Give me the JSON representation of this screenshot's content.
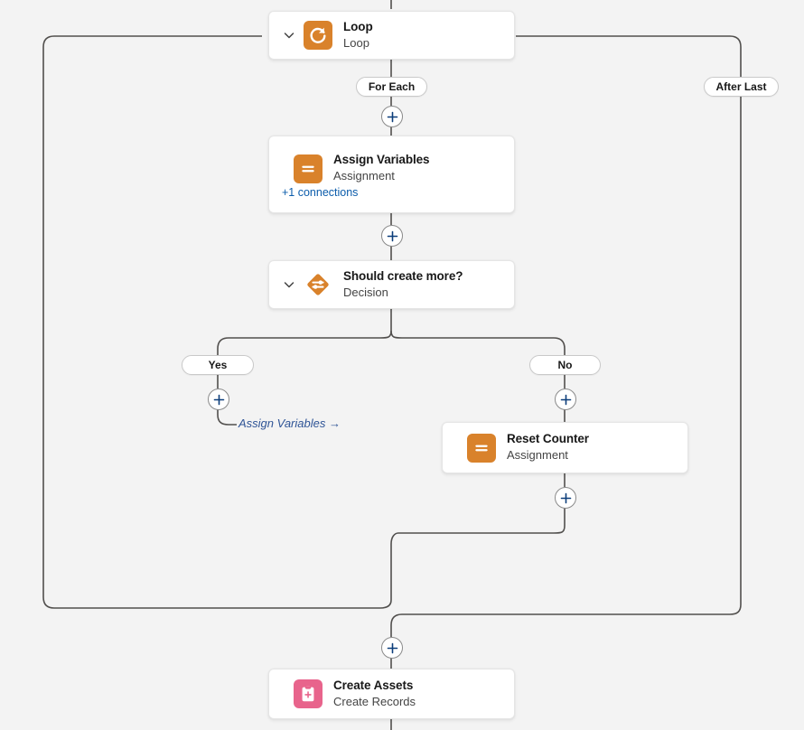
{
  "canvas": {
    "background_color": "#f3f3f3",
    "wire_color": "#514f4d",
    "accent_blue": "#0b5cab",
    "goto_color": "#2f5496"
  },
  "nodes": [
    {
      "id": "loop",
      "title": "Loop",
      "subtitle": "Loop",
      "icon": "loop-icon",
      "icon_color": "#d9822b",
      "icon_shape": "rounded-square",
      "has_chevron": true,
      "connections": null
    },
    {
      "id": "assign-variables",
      "title": "Assign Variables",
      "subtitle": "Assignment",
      "icon": "assignment-icon",
      "icon_color": "#d9822b",
      "icon_shape": "rounded-square",
      "has_chevron": false,
      "connections": "+1 connections"
    },
    {
      "id": "should-create-more",
      "title": "Should create more?",
      "subtitle": "Decision",
      "icon": "decision-icon",
      "icon_color": "#d9822b",
      "icon_shape": "diamond",
      "has_chevron": true,
      "connections": null
    },
    {
      "id": "reset-counter",
      "title": "Reset Counter",
      "subtitle": "Assignment",
      "icon": "assignment-icon",
      "icon_color": "#d9822b",
      "icon_shape": "rounded-square",
      "has_chevron": false,
      "connections": null
    },
    {
      "id": "create-assets",
      "title": "Create Assets",
      "subtitle": "Create Records",
      "icon": "create-records-icon",
      "icon_color": "#e8648c",
      "icon_shape": "rounded-square",
      "has_chevron": false,
      "connections": null
    }
  ],
  "branch_labels": {
    "for_each": "For Each",
    "after_last": "After Last",
    "yes": "Yes",
    "no": "No"
  },
  "goto_connector": {
    "label": "Assign Variables",
    "arrow": "→",
    "full_label": "Assign Variables →"
  },
  "add_buttons": [
    {
      "id": "add-after-for-each",
      "label": "+"
    },
    {
      "id": "add-after-assign-variables",
      "label": "+"
    },
    {
      "id": "add-on-yes-branch",
      "label": "+"
    },
    {
      "id": "add-on-no-branch",
      "label": "+"
    },
    {
      "id": "add-after-reset-counter",
      "label": "+"
    },
    {
      "id": "add-after-loop-end",
      "label": "+"
    }
  ]
}
